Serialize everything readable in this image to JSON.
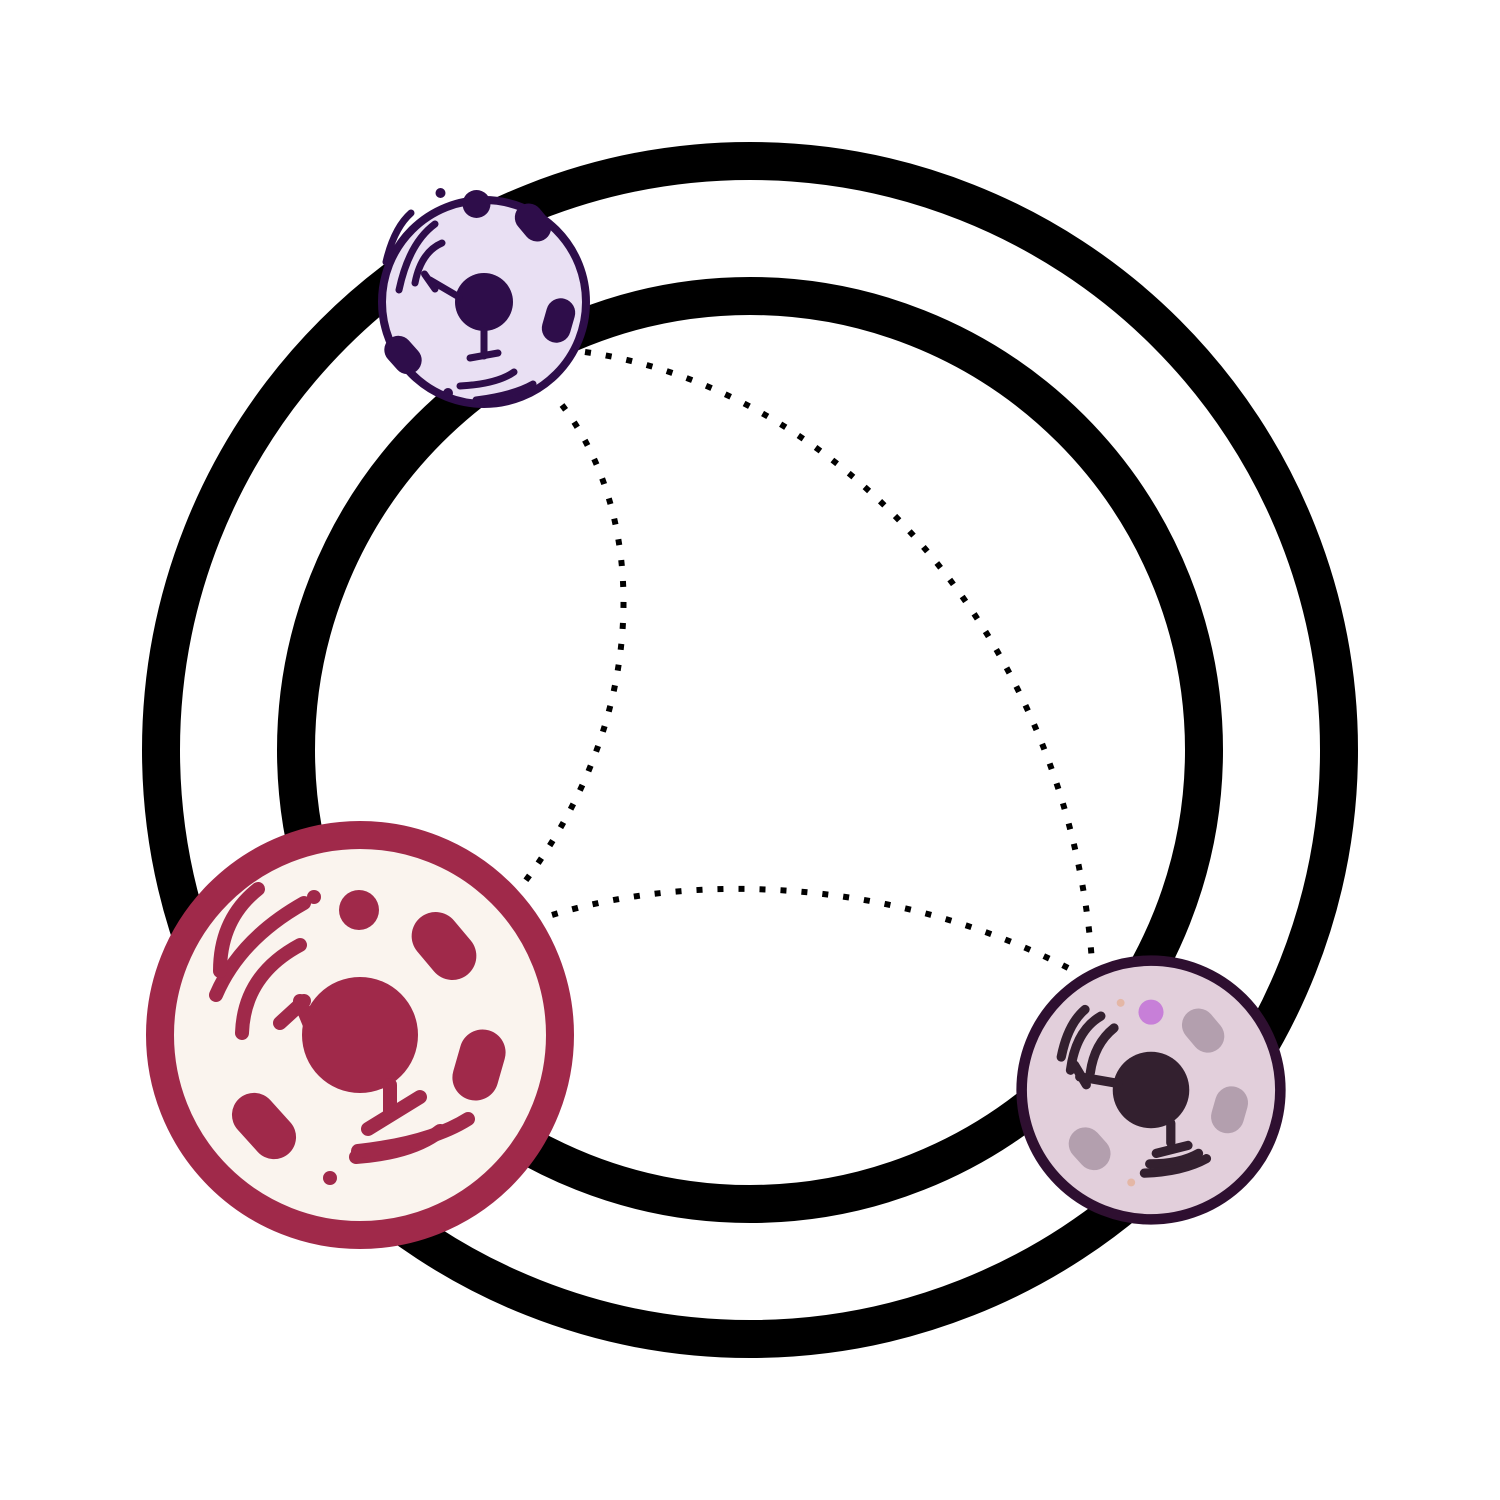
{
  "diagram": {
    "background": "#ffffff",
    "ring_color": "#000000",
    "connector_color": "#000000",
    "connector_style": "dotted",
    "rings": [
      "outer-ring",
      "inner-ring"
    ],
    "connections": [
      {
        "from": "cell-purple",
        "to": "cell-red",
        "shape": "curved"
      },
      {
        "from": "cell-purple",
        "to": "cell-mauve",
        "shape": "curved"
      },
      {
        "from": "cell-red",
        "to": "cell-mauve",
        "shape": "curved"
      }
    ],
    "cells": [
      {
        "id": "cell-purple",
        "icon": "cell-icon",
        "border_color": "#2e0d4a",
        "fill_color": "#e9e0f3",
        "organelle_color": "#2e0d4a",
        "nucleus_color": "#2e0d4a"
      },
      {
        "id": "cell-red",
        "icon": "cell-icon",
        "border_color": "#a0294a",
        "fill_color": "#faf4ee",
        "organelle_color": "#a0294a",
        "nucleus_color": "#a0294a"
      },
      {
        "id": "cell-mauve",
        "icon": "cell-icon",
        "border_color": "#2e0f30",
        "fill_color": "#e2cfdb",
        "organelle_color": "#b39fae",
        "nucleus_color": "#33202f",
        "accent_color": "#c77fd8"
      }
    ]
  }
}
